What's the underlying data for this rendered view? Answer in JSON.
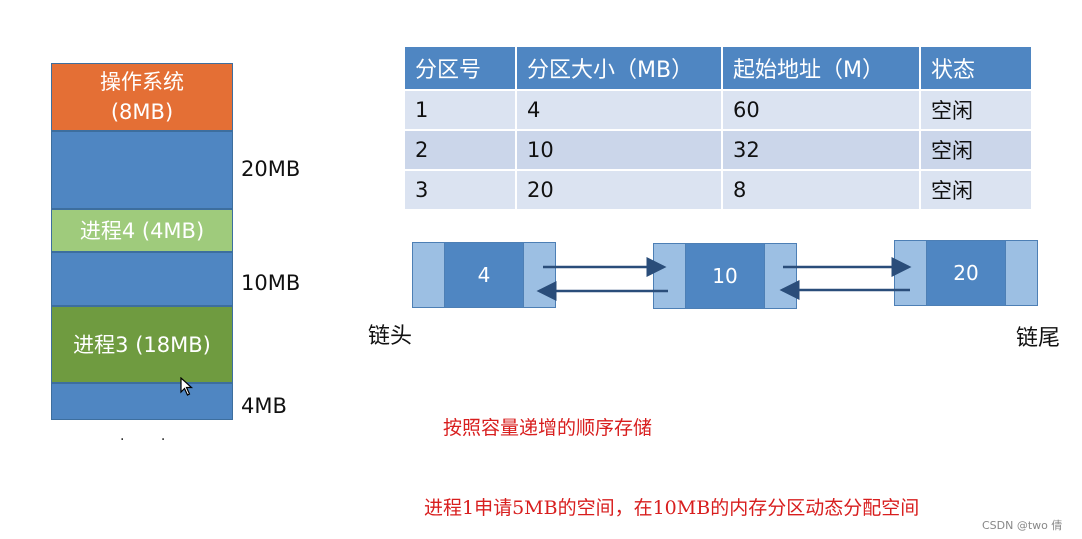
{
  "memory": {
    "os_name": "操作系统",
    "os_size": "(8MB)",
    "process4": "进程4 (4MB)",
    "process3": "进程3 (18MB)",
    "free_labels": [
      "20MB",
      "10MB",
      "4MB"
    ]
  },
  "table": {
    "headers": [
      "分区号",
      "分区大小（MB）",
      "起始地址（M）",
      "状态"
    ],
    "rows": [
      [
        "1",
        "4",
        "60",
        "空闲"
      ],
      [
        "2",
        "10",
        "32",
        "空闲"
      ],
      [
        "3",
        "20",
        "8",
        "空闲"
      ]
    ]
  },
  "list": {
    "nodes": [
      "4",
      "10",
      "20"
    ],
    "head_label": "链头",
    "tail_label": "链尾"
  },
  "notes": {
    "line1": "按照容量递增的顺序存储",
    "line2": "进程1申请5MB的空间，在10MB的内存分区动态分配空间"
  },
  "watermark": "CSDN @two 倩",
  "colors": {
    "os": "#e46f35",
    "free": "#4f86c2",
    "process4": "#9fcb7c",
    "process3": "#6f9b40",
    "note": "#d81e1e"
  }
}
